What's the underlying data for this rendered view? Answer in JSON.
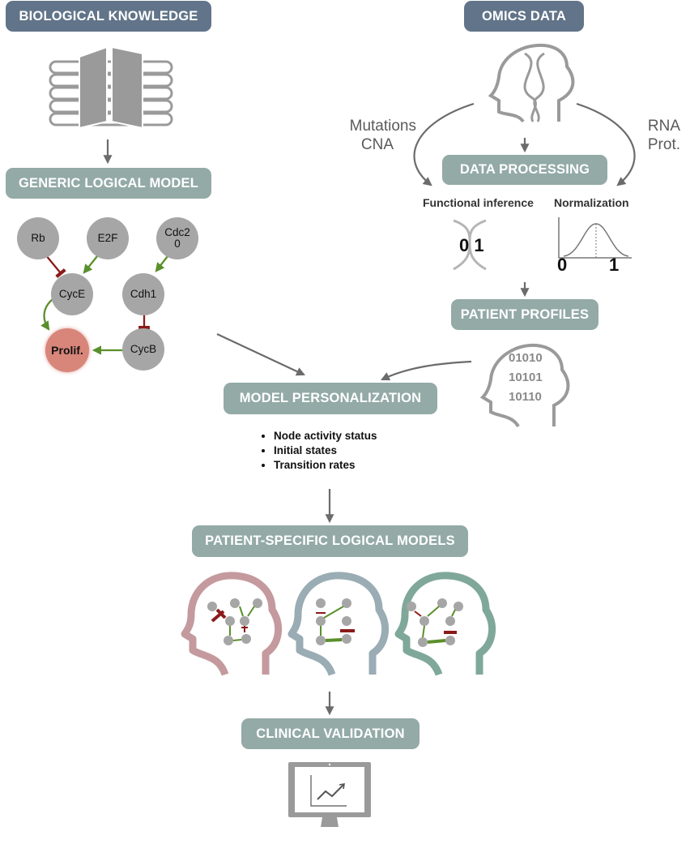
{
  "labels": {
    "biological_knowledge": "BIOLOGICAL KNOWLEDGE",
    "omics_data": "OMICS DATA",
    "generic_logical_model": "GENERIC LOGICAL MODEL",
    "data_processing": "DATA PROCESSING",
    "patient_profiles": "PATIENT PROFILES",
    "model_personalization": "MODEL PERSONALIZATION",
    "patient_specific_models": "PATIENT-SPECIFIC LOGICAL MODELS",
    "clinical_validation": "CLINICAL VALIDATION"
  },
  "side_labels": {
    "left": [
      "Mutations",
      "CNA"
    ],
    "right": [
      "RNA",
      "Prot."
    ]
  },
  "data_processing_panel": {
    "functional_inference": "Functional inference",
    "normalization": "Normalization",
    "fi_values": "0 1",
    "norm_min": "0",
    "norm_max": "1"
  },
  "generic_model_nodes": {
    "rb": "Rb",
    "e2f": "E2F",
    "cdc20_line1": "Cdc2",
    "cdc20_line2": "0",
    "cyce": "CycE",
    "cdh1": "Cdh1",
    "prolif": "Prolif.",
    "cycb": "CycB"
  },
  "patient_profile_bits": [
    "01010",
    "10101",
    "10110"
  ],
  "personalization_items": [
    "Node activity status",
    "Initial states",
    "Transition rates"
  ],
  "colors": {
    "header_dark": "#617489",
    "header_teal": "#93aaa6",
    "node_gray": "#a6a6a6",
    "prolif": "#d8857a",
    "activation_green": "#5a8f2c",
    "inhibition_red": "#8b1a1a",
    "head_pink": "#c49a9e",
    "head_blue": "#9aacb4",
    "head_green": "#7fa89a"
  },
  "icons": [
    "book-stack-icon",
    "dna-head-icon",
    "dna-icon",
    "gaussian-curve-icon",
    "binary-head-icon",
    "network-head-icon",
    "monitor-chart-icon"
  ]
}
